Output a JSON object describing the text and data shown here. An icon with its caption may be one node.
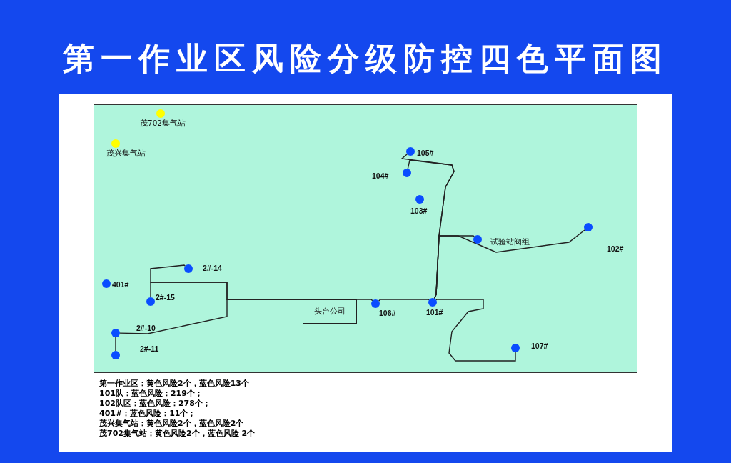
{
  "diagram": {
    "title": "第一作业区风险分级防控四色平面图",
    "nodes": [
      {
        "text": [],
        "shape": "circle",
        "beside": [
          "茂702集气站"
        ]
      },
      {
        "text": [],
        "shape": "circle",
        "beside": [
          "茂兴集气站"
        ]
      },
      {
        "text": [],
        "shape": "circle",
        "beside": [
          "105#"
        ]
      },
      {
        "text": [],
        "shape": "circle",
        "beside": [
          "104#"
        ]
      },
      {
        "text": [],
        "shape": "circle",
        "beside": [
          "103#"
        ]
      },
      {
        "text": [],
        "shape": "circle",
        "beside": [
          "试验站阀组"
        ]
      },
      {
        "text": [],
        "shape": "circle",
        "beside": [
          "102#"
        ]
      },
      {
        "text": [],
        "shape": "circle",
        "beside": [
          "2#-14"
        ]
      },
      {
        "text": [],
        "shape": "circle",
        "beside": [
          "401#"
        ]
      },
      {
        "text": [],
        "shape": "circle",
        "beside": [
          "2#-15"
        ]
      },
      {
        "text": [
          "头台公司"
        ]
      },
      {
        "text": [],
        "shape": "circle",
        "beside": [
          "106#"
        ]
      },
      {
        "text": [],
        "shape": "circle",
        "beside": [
          "101#"
        ]
      },
      {
        "text": [],
        "shape": "circle",
        "beside": [
          "2#-10"
        ]
      },
      {
        "text": [],
        "shape": "circle",
        "beside": [
          "2#-11"
        ]
      },
      {
        "text": [],
        "shape": "circle",
        "beside": [
          "107#"
        ]
      }
    ],
    "edges": [
      {
        "from": 10,
        "to": 7,
        "arrow": "none"
      },
      {
        "from": 10,
        "to": 9,
        "arrow": "none"
      },
      {
        "from": 10,
        "to": 13,
        "arrow": "none"
      },
      {
        "from": 13,
        "to": 14,
        "arrow": "none"
      },
      {
        "from": 10,
        "to": 11,
        "arrow": "none"
      },
      {
        "from": 11,
        "to": 12,
        "arrow": "none"
      },
      {
        "from": 12,
        "to": 2,
        "arrow": "none"
      },
      {
        "from": 12,
        "to": 3,
        "arrow": "none"
      },
      {
        "from": 12,
        "to": 5,
        "arrow": "none"
      },
      {
        "from": 12,
        "to": 6,
        "arrow": "none"
      },
      {
        "from": 12,
        "to": 15,
        "arrow": "none"
      }
    ],
    "labels": [
      "第一作业区：黄色风险2个，蓝色风险13个",
      "101队：蓝色风险：219个；",
      "102队区：蓝色风险：278个；",
      "401#：蓝色风险：11个；",
      "茂兴集气站：黄色风险2个，蓝色风险2个",
      "茂702集气站：黄色风险2个，蓝色风险 2个"
    ]
  }
}
